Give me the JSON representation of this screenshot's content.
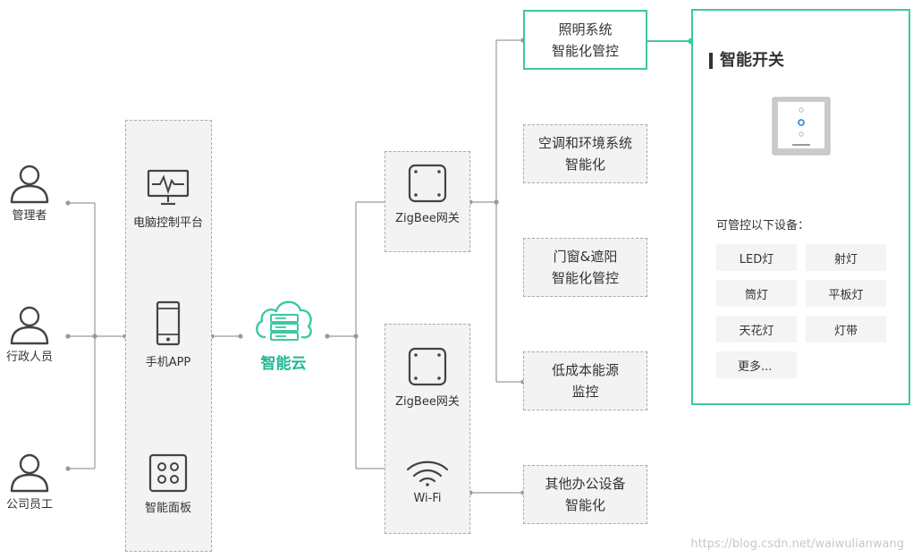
{
  "users": [
    {
      "label": "管理者",
      "icon": "user-icon"
    },
    {
      "label": "行政人员",
      "icon": "user-icon"
    },
    {
      "label": "公司员工",
      "icon": "user-icon"
    }
  ],
  "clients": [
    {
      "label": "电脑控制平台",
      "icon": "monitor-icon"
    },
    {
      "label": "手机APP",
      "icon": "phone-icon"
    },
    {
      "label": "智能面板",
      "icon": "panel-icon"
    }
  ],
  "cloud": {
    "label": "智能云",
    "icon": "cloud-server-icon"
  },
  "gateways": [
    {
      "label": "ZigBee网关",
      "icon": "gateway-icon"
    },
    {
      "label": "ZigBee网关",
      "icon": "gateway-icon"
    },
    {
      "label": "Wi-Fi",
      "icon": "wifi-icon"
    }
  ],
  "systems": [
    {
      "line1": "照明系统",
      "line2": "智能化管控"
    },
    {
      "line1": "空调和环境系统",
      "line2": "智能化"
    },
    {
      "line1": "门窗&遮阳",
      "line2": "智能化管控"
    },
    {
      "line1": "低成本能源",
      "line2": "监控"
    },
    {
      "line1": "其他办公设备",
      "line2": "智能化"
    }
  ],
  "panel": {
    "title": "智能开关",
    "subtitle": "可管控以下设备：",
    "devices": [
      "LED灯",
      "射灯",
      "筒灯",
      "平板灯",
      "天花灯",
      "灯带",
      "更多..."
    ]
  },
  "colors": {
    "accent": "#3cc8a3",
    "accent_text": "#1fb894",
    "line": "#9a9a9a",
    "box_bg": "#f3f3f3"
  },
  "watermark": "https://blog.csdn.net/waiwulianwang"
}
